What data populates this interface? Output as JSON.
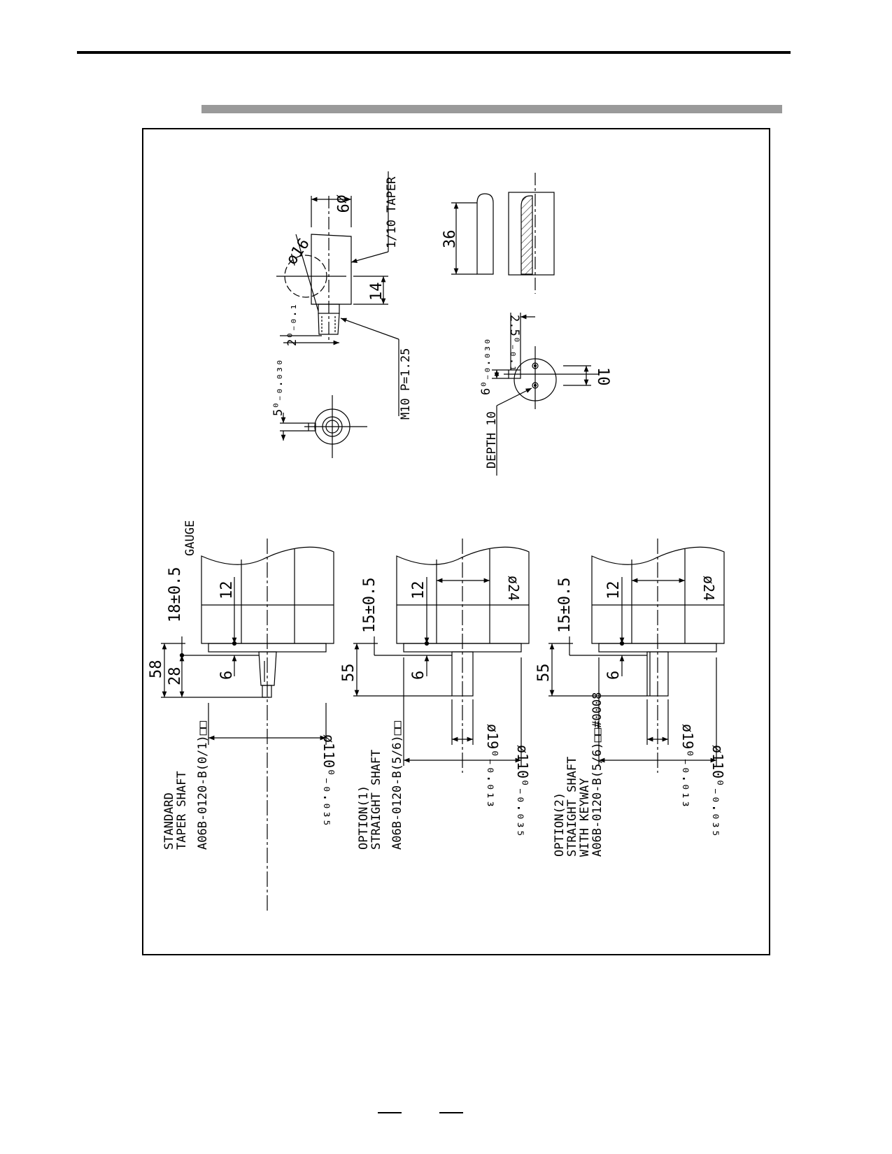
{
  "page": {
    "drawing_title": "",
    "footer_page": ""
  },
  "views": {
    "standard": {
      "title_line1": "STANDARD",
      "title_line2": "TAPER SHAFT",
      "part_no": "A06B-0120-B(0/1)□□",
      "dims": {
        "overall": "58",
        "taper_len": "28",
        "flange_off": "18±0.5",
        "inner": "12",
        "small": "6",
        "flange_dia": "ø110⁰₋₀.₀₃₅",
        "gauge": "GAUGE"
      }
    },
    "option1": {
      "title_line1": "OPTION(1)",
      "title_line2": "STRAIGHT SHAFT",
      "part_no": "A06B-0120-B(5/6)□□",
      "dims": {
        "overall": "55",
        "flange_off": "15±0.5",
        "inner": "12",
        "small": "6",
        "shaft_dia": "ø19⁰₋₀.₀₁₃",
        "flange_dia": "ø110⁰₋₀.₀₃₅",
        "bore": "ø24"
      }
    },
    "option2": {
      "title_line1": "OPTION(2)",
      "title_line2": "STRAIGHT SHAFT",
      "title_line3": "WITH KEYWAY",
      "part_no": "A06B-0120-B(5/6)□□#0008",
      "dims": {
        "overall": "55",
        "flange_off": "15±0.5",
        "inner": "12",
        "small": "6",
        "shaft_dia": "ø19⁰₋₀.₀₁₃",
        "flange_dia": "ø110⁰₋₀.₀₃₅",
        "bore": "ø24"
      }
    }
  },
  "details": {
    "taper": {
      "dia16": "ø16",
      "dia9": "ø9",
      "taper": "1/10 TAPER",
      "len14": "14",
      "thread": "M10 P=1.25",
      "chamfer": "2⁰₋₀.₁",
      "key": "5⁰₋₀.₀₃₀"
    },
    "keyway": {
      "len36": "36",
      "depth_val": "2.5⁰₋₀.₁",
      "width": "6⁰₋₀.₀₃₀",
      "ten": "10",
      "depth": "DEPTH 10"
    }
  }
}
